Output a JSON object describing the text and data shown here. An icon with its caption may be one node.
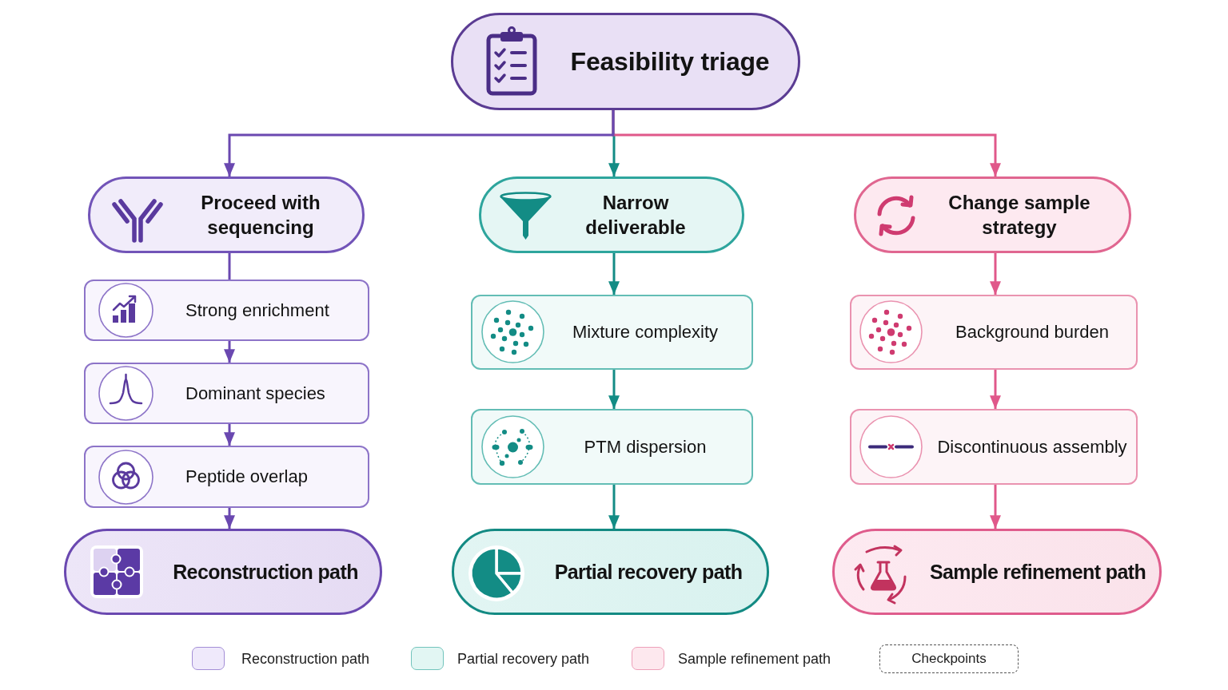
{
  "diagram": {
    "nodes": [
      {
        "text": [
          "Feasibility triage"
        ]
      },
      {
        "text": [
          "Proceed with sequencing"
        ]
      },
      {
        "text": [
          "Narrow deliverable"
        ]
      },
      {
        "text": [
          "Change sample strategy"
        ]
      },
      {
        "text": [
          "Strong enrichment"
        ]
      },
      {
        "text": [
          "Dominant species"
        ]
      },
      {
        "text": [
          "Peptide overlap"
        ]
      },
      {
        "text": [
          "Reconstruction path"
        ]
      },
      {
        "text": [
          "Mixture complexity"
        ]
      },
      {
        "text": [
          "PTM dispersion"
        ]
      },
      {
        "text": [
          "Partial recovery path"
        ]
      },
      {
        "text": [
          "Background burden"
        ]
      },
      {
        "text": [
          "Discontinuous assembly"
        ]
      },
      {
        "text": [
          "Sample refinement path"
        ]
      }
    ],
    "edges": [
      {
        "from": 0,
        "to": 1,
        "arrow": "to"
      },
      {
        "from": 0,
        "to": 2,
        "arrow": "to",
        "color": "#138c85"
      },
      {
        "from": 0,
        "to": 3,
        "arrow": "to",
        "color": "#e0588a"
      },
      {
        "from": 1,
        "to": 4,
        "arrow": "none"
      },
      {
        "from": 4,
        "to": 5,
        "arrow": "to"
      },
      {
        "from": 5,
        "to": 6,
        "arrow": "to"
      },
      {
        "from": 6,
        "to": 7,
        "arrow": "to"
      },
      {
        "from": 2,
        "to": 8,
        "arrow": "to",
        "color": "#138c85"
      },
      {
        "from": 8,
        "to": 9,
        "arrow": "to",
        "color": "#138c85"
      },
      {
        "from": 9,
        "to": 10,
        "arrow": "to",
        "color": "#138c85"
      },
      {
        "from": 3,
        "to": 11,
        "arrow": "to",
        "color": "#e0588a"
      },
      {
        "from": 11,
        "to": 12,
        "arrow": "to",
        "color": "#e0588a"
      },
      {
        "from": 12,
        "to": 13,
        "arrow": "to",
        "color": "#e0588a"
      }
    ],
    "legend": [
      {
        "text": "Reconstruction path",
        "color": "#efe9fb"
      },
      {
        "text": "Partial recovery path",
        "color": "#e2f6f3"
      },
      {
        "text": "Sample refinement path",
        "color": "#fde8ee"
      },
      {
        "text": "Checkpoints"
      }
    ]
  }
}
